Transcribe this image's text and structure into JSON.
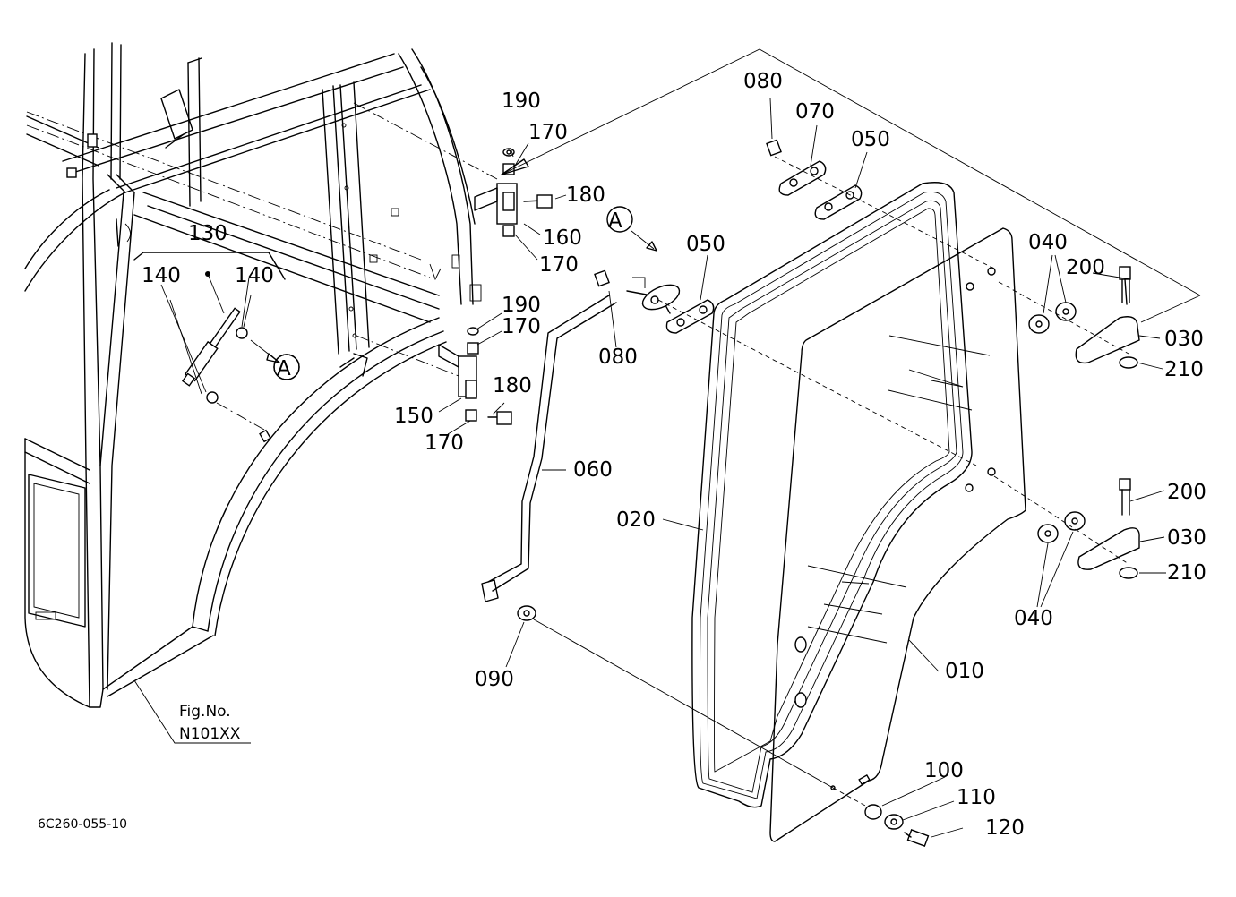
{
  "figure": {
    "drawing_code": "6C260-055-10",
    "reference_box": {
      "line1": "Fig.No.",
      "line2": "N101XX"
    },
    "view_marker": "A",
    "group_label": "130"
  },
  "callouts": [
    {
      "key": "c190a",
      "text": "190"
    },
    {
      "key": "c170a",
      "text": "170"
    },
    {
      "key": "c180a",
      "text": "180"
    },
    {
      "key": "c160",
      "text": "160"
    },
    {
      "key": "c170b",
      "text": "170"
    },
    {
      "key": "c190b",
      "text": "190"
    },
    {
      "key": "c170c",
      "text": "170"
    },
    {
      "key": "c180b",
      "text": "180"
    },
    {
      "key": "c150",
      "text": "150"
    },
    {
      "key": "c170d",
      "text": "170"
    },
    {
      "key": "c140a",
      "text": "140"
    },
    {
      "key": "c140b",
      "text": "140"
    },
    {
      "key": "c080a",
      "text": "080"
    },
    {
      "key": "c070",
      "text": "070"
    },
    {
      "key": "c050a",
      "text": "050"
    },
    {
      "key": "c050b",
      "text": "050"
    },
    {
      "key": "c080b",
      "text": "080"
    },
    {
      "key": "c060",
      "text": "060"
    },
    {
      "key": "c020",
      "text": "020"
    },
    {
      "key": "c090",
      "text": "090"
    },
    {
      "key": "c040a",
      "text": "040"
    },
    {
      "key": "c200a",
      "text": "200"
    },
    {
      "key": "c030a",
      "text": "030"
    },
    {
      "key": "c210a",
      "text": "210"
    },
    {
      "key": "c200b",
      "text": "200"
    },
    {
      "key": "c030b",
      "text": "030"
    },
    {
      "key": "c210b",
      "text": "210"
    },
    {
      "key": "c040b",
      "text": "040"
    },
    {
      "key": "c010",
      "text": "010"
    },
    {
      "key": "c100",
      "text": "100"
    },
    {
      "key": "c110",
      "text": "110"
    },
    {
      "key": "c120",
      "text": "120"
    }
  ]
}
